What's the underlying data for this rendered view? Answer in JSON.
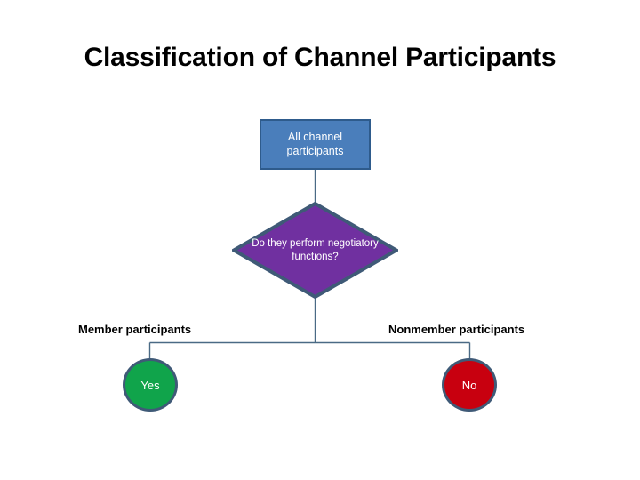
{
  "slide": {
    "title": "Classification of Channel Participants",
    "background": "#FFFFFF"
  },
  "diagram": {
    "type": "flowchart",
    "nodes": {
      "root_box": {
        "text": "All channel participants",
        "shape": "rectangle",
        "fill": "#4A7EBB",
        "border": "#2E5B8C",
        "text_color": "#FFFFFF"
      },
      "decision": {
        "text": "Do they perform negotiatory functions?",
        "shape": "diamond",
        "fill": "#7030A0",
        "border": "#3F5A77",
        "text_color": "#FFFFFF"
      },
      "yes_node": {
        "text": "Yes",
        "shape": "ellipse",
        "fill": "#10A44B",
        "border": "#3F5A77",
        "text_color": "#FFFFFF"
      },
      "no_node": {
        "text": "No",
        "shape": "ellipse",
        "fill": "#C8000F",
        "border": "#3F5A77",
        "text_color": "#FFFFFF"
      }
    },
    "branch_labels": {
      "left": "Member participants",
      "right": "Nonmember participants"
    },
    "connector_color": "#4A6A85"
  }
}
